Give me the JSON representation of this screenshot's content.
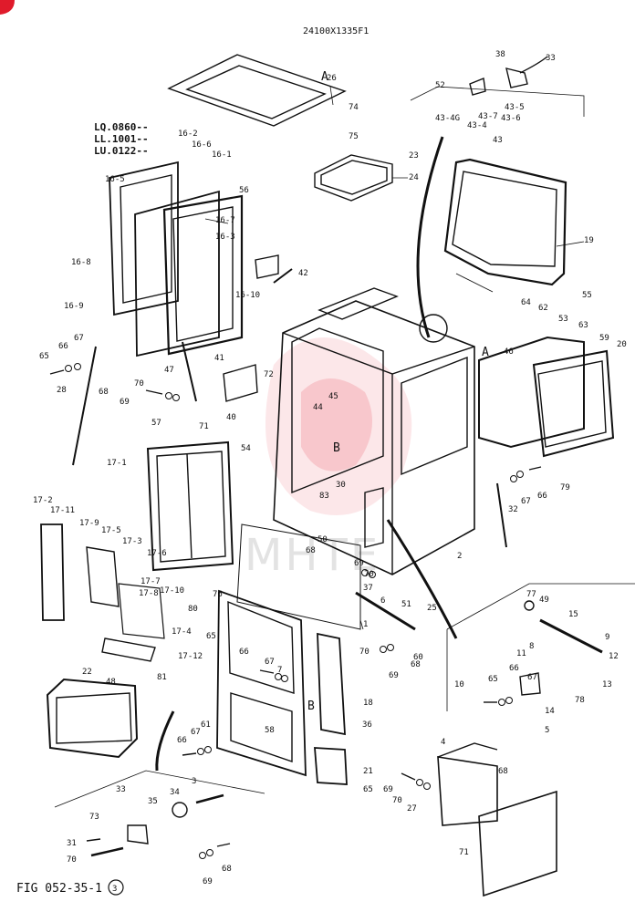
{
  "drawing_code": "24100X1335F1",
  "serial_ranges": [
    "LQ.0860--",
    "LL.1001--",
    "LU.0122--"
  ],
  "figure_label": "FIG 052-35-1",
  "figure_sheet": "3",
  "watermark": "MHTE",
  "section_markers": [
    "A",
    "A",
    "B",
    "B"
  ],
  "part_labels": [
    "26",
    "74",
    "75",
    "23",
    "24",
    "16-2",
    "16-6",
    "16-1",
    "16-5",
    "56",
    "16-7",
    "16-3",
    "16-8",
    "16-10",
    "16-9",
    "65",
    "66",
    "67",
    "47",
    "41",
    "28",
    "68",
    "69",
    "70",
    "72",
    "71",
    "40",
    "54",
    "42",
    "38",
    "33",
    "52",
    "43-4G",
    "43-5",
    "43-7",
    "43-6",
    "43-4",
    "43",
    "19",
    "55",
    "64",
    "62",
    "53",
    "63",
    "46",
    "59",
    "20",
    "45",
    "44",
    "30",
    "83",
    "79",
    "66",
    "67",
    "32",
    "57",
    "17-1",
    "17-2",
    "17-11",
    "17-9",
    "17-5",
    "17-3",
    "17-6",
    "17-7",
    "17-8",
    "17-10",
    "17-4",
    "17-12",
    "81",
    "80",
    "76",
    "50",
    "68",
    "69",
    "70",
    "37",
    "6",
    "51",
    "25",
    "1",
    "2",
    "65",
    "66",
    "67",
    "7",
    "58",
    "18",
    "36",
    "70",
    "69",
    "68",
    "60",
    "21",
    "65",
    "66",
    "67",
    "61",
    "22",
    "48",
    "77",
    "49",
    "15",
    "9",
    "12",
    "11",
    "8",
    "67",
    "66",
    "65",
    "10",
    "78",
    "13",
    "14",
    "5",
    "4",
    "68",
    "69",
    "70",
    "27",
    "71",
    "33",
    "35",
    "34",
    "3",
    "73",
    "31",
    "70",
    "69",
    "68"
  ]
}
